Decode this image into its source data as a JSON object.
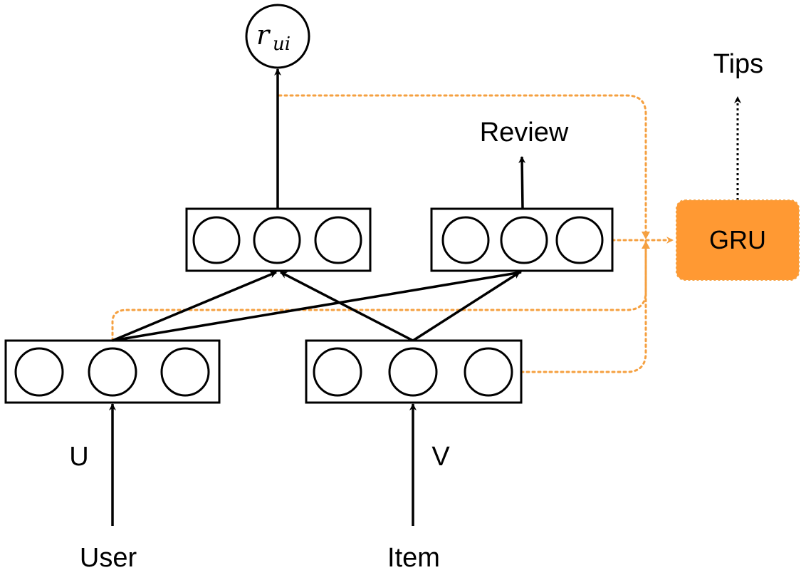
{
  "output": {
    "symbol": "r",
    "subscript": "ui"
  },
  "labels": {
    "tips": "Tips",
    "review": "Review",
    "user_embedding": "U",
    "item_embedding": "V",
    "user": "User",
    "item": "Item"
  },
  "gru": {
    "label": "GRU",
    "color": "#FF9933"
  },
  "colors": {
    "edge": "#000000",
    "orange_flow": "#F5A040"
  }
}
